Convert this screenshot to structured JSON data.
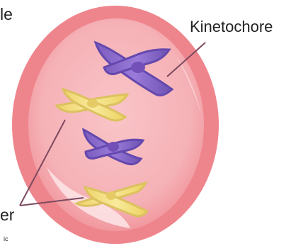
{
  "labels": {
    "top_left_fragment": "le",
    "kinetochore": "Kinetochore",
    "bottom_left_fragment": "er",
    "bottom_left_small_fragment": "ic"
  },
  "colors": {
    "background": "#ffffff",
    "cell_outer": "#f08a8f",
    "cell_inner": "#f7b7bb",
    "cell_highlight": "#fde9ea",
    "chromosome_purple": "#8b6cc8",
    "chromosome_purple_dark": "#6b4fb0",
    "chromosome_yellow": "#f4df86",
    "chromosome_yellow_dark": "#dcc25f",
    "pointer_line": "#7d4a60",
    "text": "#222222"
  },
  "icons": {
    "cell": "cell-icon",
    "chromosome": "chromosome-icon",
    "pointer": "leader-line-icon"
  }
}
